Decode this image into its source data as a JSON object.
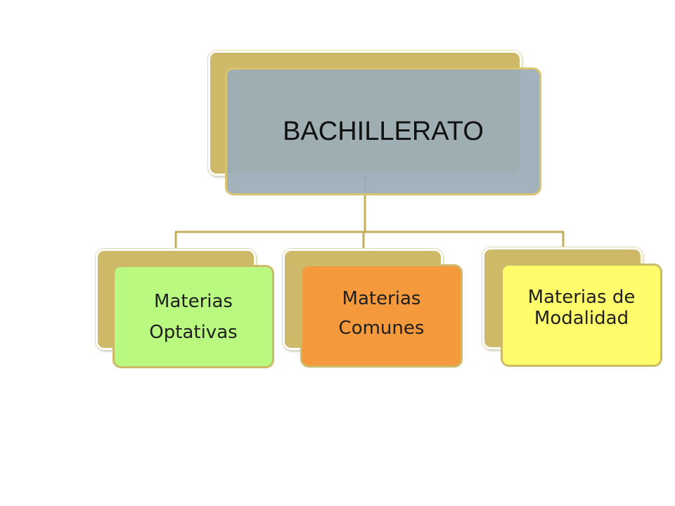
{
  "diagram": {
    "root": {
      "label": "BACHILLERATO"
    },
    "children": [
      {
        "label": "Materias\nOptativas"
      },
      {
        "label": "Materias\nComunes"
      },
      {
        "label": "Materias de\nModalidad"
      }
    ]
  },
  "colors": {
    "frame": "#cdb968",
    "root_fill": "#9aacb8",
    "optativas_fill": "#b9f980",
    "comunes_fill": "#f59a3c",
    "modalidad_fill": "#fefc6a",
    "connector": "#c4ad5a"
  }
}
